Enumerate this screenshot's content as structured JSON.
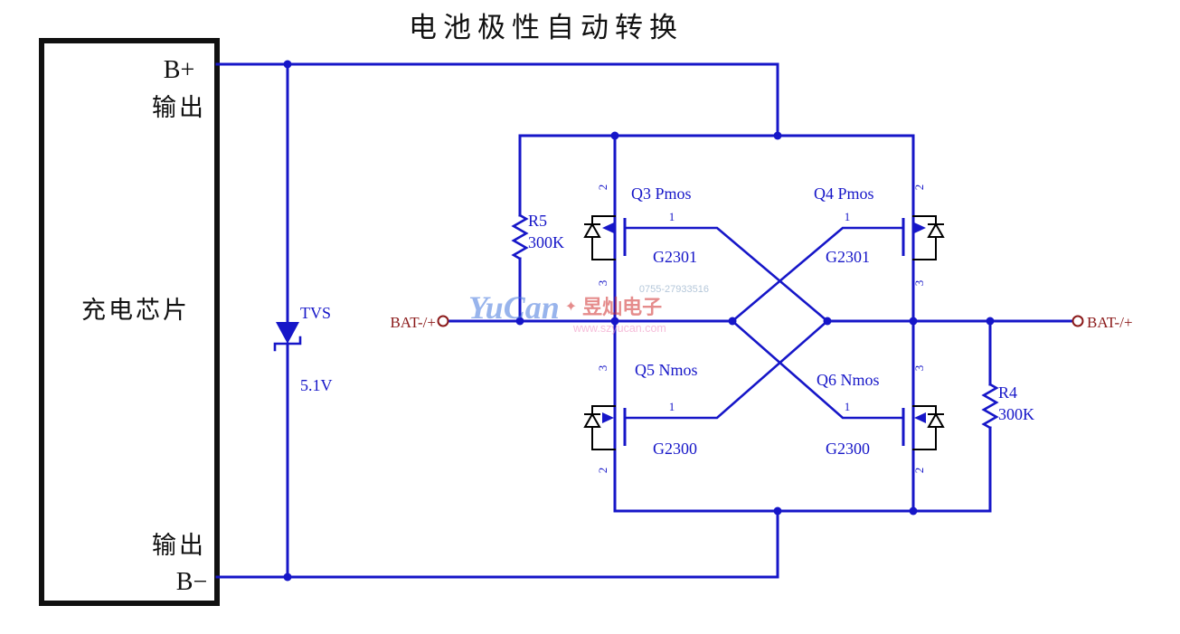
{
  "title": "电池极性自动转换",
  "colors": {
    "wire_blue": "#1616c8",
    "terminal_red": "#8b1a1a",
    "component_black": "#000000",
    "watermark_blue": "#4477dd",
    "watermark_red": "#d03030",
    "watermark_pink": "#ee88bb",
    "watermark_gray_blue": "#7799bb"
  },
  "charger_box": {
    "pin_top": "B+",
    "output_top": "输出",
    "name": "充电芯片",
    "output_bottom": "输出",
    "pin_bottom": "B−"
  },
  "terminals": {
    "left_label": "BAT-/+",
    "right_label": "BAT-/+"
  },
  "components": {
    "tvs": {
      "ref": "TVS",
      "value": "5.1V"
    },
    "r5": {
      "ref": "R5",
      "value": "300K"
    },
    "r4": {
      "ref": "R4",
      "value": "300K"
    },
    "q3": {
      "ref": "Q3 Pmos",
      "part": "G2301",
      "pin_top": "2",
      "pin_gate": "1",
      "pin_bottom": "3"
    },
    "q4": {
      "ref": "Q4 Pmos",
      "part": "G2301",
      "pin_top": "2",
      "pin_gate": "1",
      "pin_bottom": "3"
    },
    "q5": {
      "ref": "Q5 Nmos",
      "part": "G2300",
      "pin_top": "3",
      "pin_gate": "1",
      "pin_bottom": "2"
    },
    "q6": {
      "ref": "Q6 Nmos",
      "part": "G2300",
      "pin_top": "3",
      "pin_gate": "1",
      "pin_bottom": "2"
    }
  },
  "watermark": {
    "phone": "0755-27933516",
    "brand": "YuCan",
    "brand_cn": "昱灿电子",
    "url": "www.szyucan.com",
    "logo_glyph": "✦"
  }
}
